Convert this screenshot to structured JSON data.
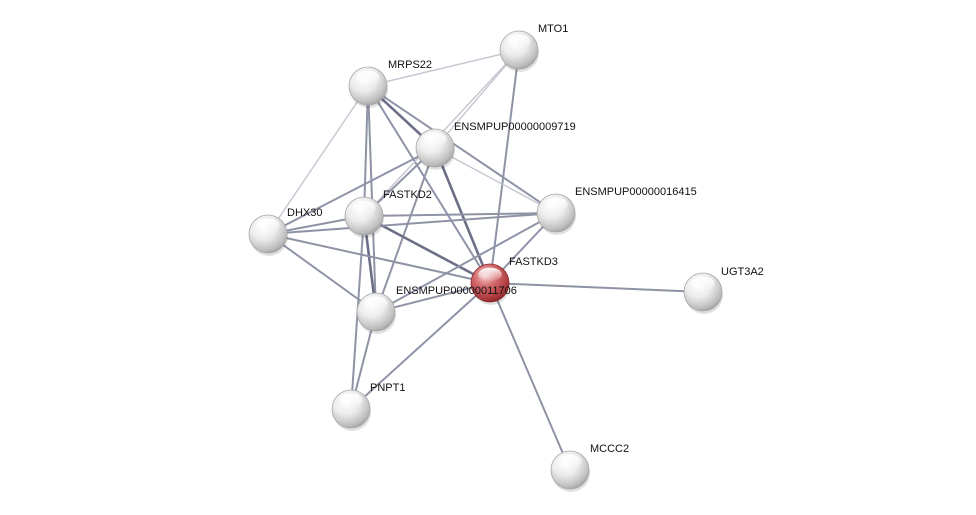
{
  "network": {
    "query_node": "FASTKD3",
    "colors": {
      "query_node": "#c2474b",
      "partner_node": "#dedede",
      "edge_strong": "#6c6f86",
      "edge_medium": "#8f93a6",
      "edge_weak": "#c4c6d0"
    },
    "nodes": [
      {
        "id": "MTO1",
        "label": "MTO1",
        "type": "partner"
      },
      {
        "id": "MRPS22",
        "label": "MRPS22",
        "type": "partner"
      },
      {
        "id": "ENSMPUP00000009719",
        "label": "ENSMPUP00000009719",
        "type": "partner"
      },
      {
        "id": "ENSMPUP00000016415",
        "label": "ENSMPUP00000016415",
        "type": "partner"
      },
      {
        "id": "FASTKD2",
        "label": "FASTKD2",
        "type": "partner"
      },
      {
        "id": "DHX30",
        "label": "DHX30",
        "type": "partner"
      },
      {
        "id": "FASTKD3",
        "label": "FASTKD3",
        "type": "query"
      },
      {
        "id": "ENSMPUP00000011706",
        "label": "ENSMPUP00000011706",
        "type": "partner"
      },
      {
        "id": "UGT3A2",
        "label": "UGT3A2",
        "type": "partner"
      },
      {
        "id": "PNPT1",
        "label": "PNPT1",
        "type": "partner"
      },
      {
        "id": "MCCC2",
        "label": "MCCC2",
        "type": "partner"
      }
    ],
    "edges": [
      {
        "source": "MRPS22",
        "target": "MTO1",
        "strength": "weak"
      },
      {
        "source": "MRPS22",
        "target": "ENSMPUP00000009719",
        "strength": "strong"
      },
      {
        "source": "MRPS22",
        "target": "FASTKD2",
        "strength": "medium"
      },
      {
        "source": "MRPS22",
        "target": "DHX30",
        "strength": "weak"
      },
      {
        "source": "MRPS22",
        "target": "ENSMPUP00000011706",
        "strength": "medium"
      },
      {
        "source": "MRPS22",
        "target": "FASTKD3",
        "strength": "medium"
      },
      {
        "source": "MRPS22",
        "target": "ENSMPUP00000016415",
        "strength": "medium"
      },
      {
        "source": "MTO1",
        "target": "ENSMPUP00000009719",
        "strength": "weak"
      },
      {
        "source": "MTO1",
        "target": "FASTKD2",
        "strength": "weak"
      },
      {
        "source": "MTO1",
        "target": "FASTKD3",
        "strength": "medium"
      },
      {
        "source": "ENSMPUP00000009719",
        "target": "FASTKD2",
        "strength": "medium"
      },
      {
        "source": "ENSMPUP00000009719",
        "target": "DHX30",
        "strength": "medium"
      },
      {
        "source": "ENSMPUP00000009719",
        "target": "FASTKD3",
        "strength": "strong"
      },
      {
        "source": "ENSMPUP00000009719",
        "target": "ENSMPUP00000016415",
        "strength": "weak"
      },
      {
        "source": "ENSMPUP00000009719",
        "target": "ENSMPUP00000011706",
        "strength": "medium"
      },
      {
        "source": "FASTKD2",
        "target": "DHX30",
        "strength": "medium"
      },
      {
        "source": "FASTKD2",
        "target": "ENSMPUP00000016415",
        "strength": "medium"
      },
      {
        "source": "FASTKD2",
        "target": "FASTKD3",
        "strength": "strong"
      },
      {
        "source": "FASTKD2",
        "target": "ENSMPUP00000011706",
        "strength": "strong"
      },
      {
        "source": "FASTKD2",
        "target": "PNPT1",
        "strength": "medium"
      },
      {
        "source": "DHX30",
        "target": "ENSMPUP00000016415",
        "strength": "medium"
      },
      {
        "source": "DHX30",
        "target": "FASTKD3",
        "strength": "medium"
      },
      {
        "source": "DHX30",
        "target": "ENSMPUP00000011706",
        "strength": "medium"
      },
      {
        "source": "ENSMPUP00000016415",
        "target": "FASTKD3",
        "strength": "medium"
      },
      {
        "source": "ENSMPUP00000016415",
        "target": "ENSMPUP00000011706",
        "strength": "medium"
      },
      {
        "source": "FASTKD3",
        "target": "ENSMPUP00000011706",
        "strength": "medium"
      },
      {
        "source": "FASTKD3",
        "target": "UGT3A2",
        "strength": "medium"
      },
      {
        "source": "FASTKD3",
        "target": "MCCC2",
        "strength": "medium"
      },
      {
        "source": "FASTKD3",
        "target": "PNPT1",
        "strength": "medium"
      },
      {
        "source": "ENSMPUP00000011706",
        "target": "PNPT1",
        "strength": "medium"
      }
    ]
  }
}
